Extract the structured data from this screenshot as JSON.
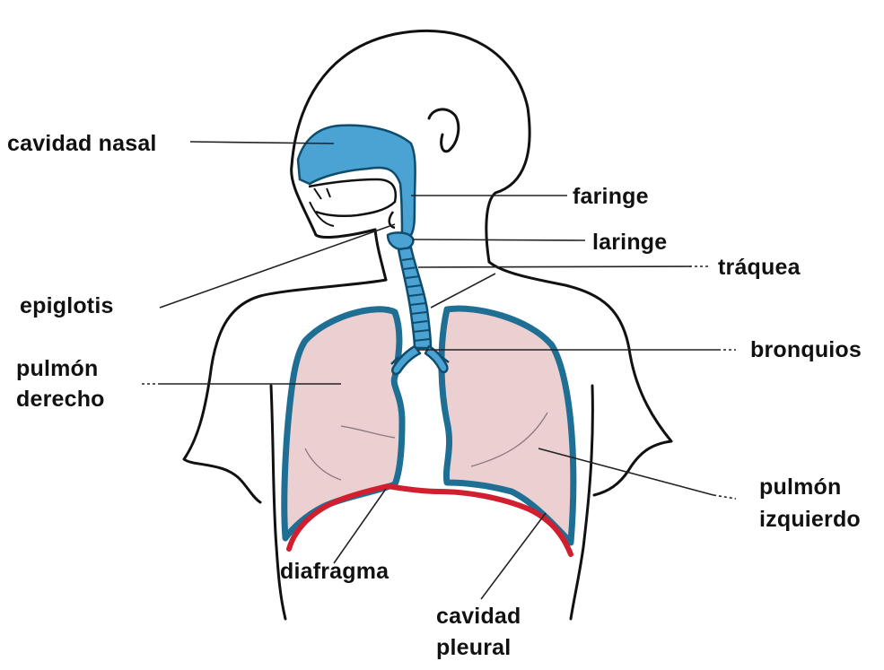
{
  "colors": {
    "airway_fill": "#4aa3d3",
    "airway_stroke": "#0f4d6e",
    "lung_fill": "#eccfd0",
    "lung_stroke": "#1f6f94",
    "diaphragm": "#d21f2f",
    "outline": "#111111",
    "leader_line": "#222222"
  },
  "labels": {
    "cavidad_nasal": "cavidad nasal",
    "faringe": "faringe",
    "laringe": "laringe",
    "traquea": "tráquea",
    "epiglotis": "epiglotis",
    "bronquios": "bronquios",
    "pulmon_derecho_1": "pulmón",
    "pulmon_derecho_2": "derecho",
    "pulmon_izquierdo_1": "pulmón",
    "pulmon_izquierdo_2": "izquierdo",
    "diafragma": "diafragma",
    "cavidad_pleural_1": "cavidad",
    "cavidad_pleural_2": "pleural"
  }
}
